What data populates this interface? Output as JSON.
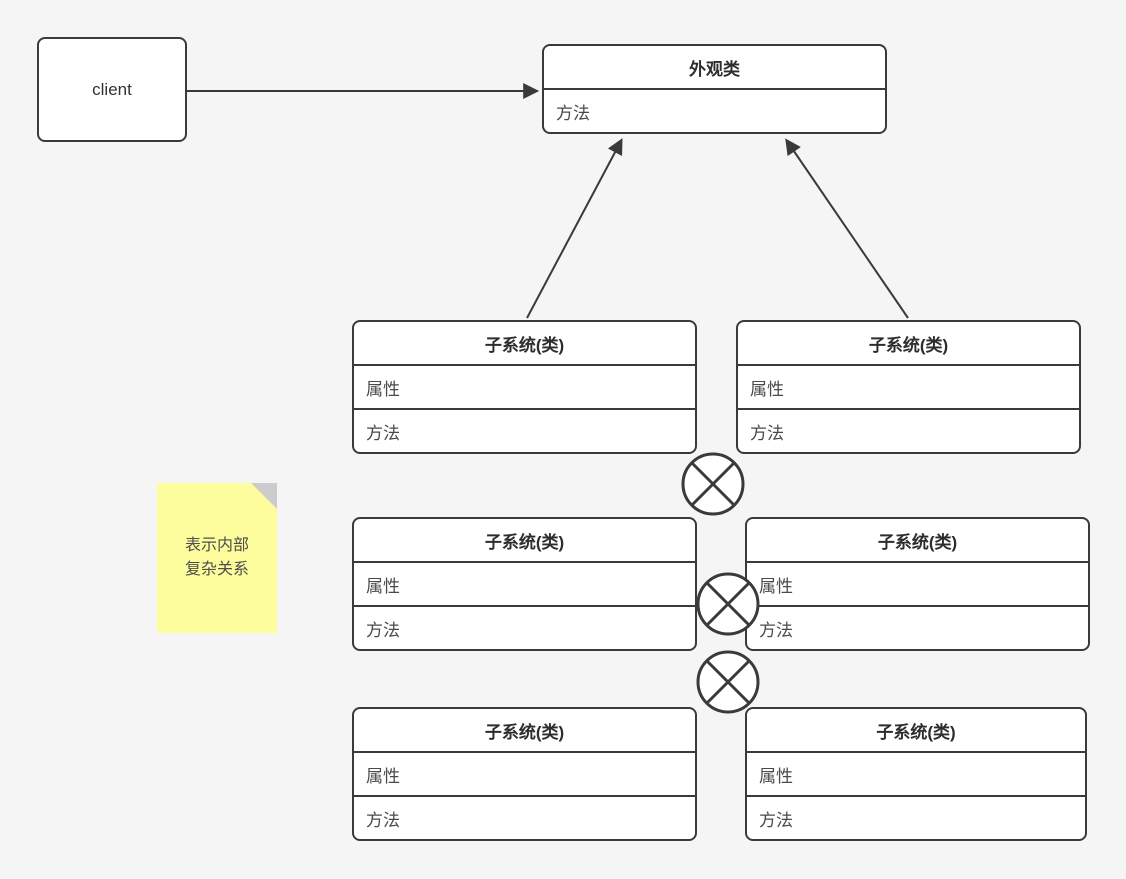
{
  "diagram": {
    "type": "facade-pattern-class-diagram",
    "colors": {
      "background": "#f5f5f5",
      "stroke": "#3a3a3a",
      "shape_fill": "#ffffff",
      "note_fill": "#fdfd9d",
      "note_fold": "#cccccc",
      "text": "#4a4a4a"
    },
    "client_box": {
      "label": "client"
    },
    "facade_box": {
      "title": "外观类",
      "rows": [
        "方法"
      ]
    },
    "subsystems": [
      {
        "title": "子系统(类)",
        "rows": [
          "属性",
          "方法"
        ]
      },
      {
        "title": "子系统(类)",
        "rows": [
          "属性",
          "方法"
        ]
      },
      {
        "title": "子系统(类)",
        "rows": [
          "属性",
          "方法"
        ]
      },
      {
        "title": "子系统(类)",
        "rows": [
          "属性",
          "方法"
        ]
      },
      {
        "title": "子系统(类)",
        "rows": [
          "属性",
          "方法"
        ]
      },
      {
        "title": "子系统(类)",
        "rows": [
          "属性",
          "方法"
        ]
      }
    ],
    "note": {
      "line1": "表示内部",
      "line2": "复杂关系"
    },
    "relations": {
      "icon": "circle-cross-icon",
      "count": 3
    },
    "arrows": [
      {
        "name": "client-to-facade"
      },
      {
        "name": "subsystem-left-to-facade"
      },
      {
        "name": "subsystem-right-to-facade"
      }
    ]
  }
}
